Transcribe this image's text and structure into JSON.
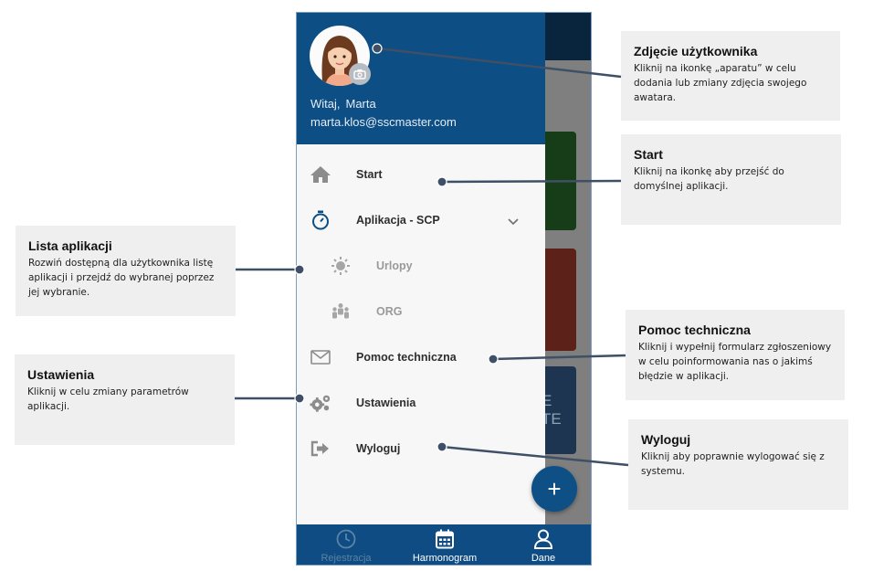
{
  "drawer": {
    "greeting_prefix": "Witaj,",
    "user_name": "Marta",
    "user_email": "marta.klos@sscmaster.com",
    "menu": {
      "start": "Start",
      "apps": "Aplikacja - SCP",
      "urlopy": "Urlopy",
      "org": "ORG",
      "support": "Pomoc techniczna",
      "settings": "Ustawienia",
      "logout": "Wyloguj"
    },
    "fab_symbol": "+"
  },
  "background": {
    "card_text": "E\nTE"
  },
  "bottom_nav": [
    {
      "label": "Rejestracja",
      "icon": "clock-icon",
      "active": false
    },
    {
      "label": "Harmonogram",
      "icon": "calendar-icon",
      "active": true
    },
    {
      "label": "Dane",
      "icon": "person-icon",
      "active": true
    }
  ],
  "callouts": {
    "photo": {
      "title": "Zdjęcie użytkownika",
      "text": "Kliknij na ikonkę „aparatu” w celu dodania lub zmiany zdjęcia swojego awatara."
    },
    "start": {
      "title": "Start",
      "text": "Kliknij na ikonkę aby przejść do domyślnej aplikacji."
    },
    "apps": {
      "title": "Lista aplikacji",
      "text": "Rozwiń dostępną dla użytkownika listę aplikacji i przejdź do wybranej poprzez jej wybranie."
    },
    "support": {
      "title": "Pomoc techniczna",
      "text": "Kliknij i wypełnij formularz zgłoszeniowy w celu poinformowania nas o jakimś błędzie w aplikacji."
    },
    "settings": {
      "title": "Ustawienia",
      "text": "Kliknij w celu zmiany parametrów aplikacji."
    },
    "logout": {
      "title": "Wyloguj",
      "text": "Kliknij aby poprawnie wylogować się z systemu."
    }
  },
  "colors": {
    "primary": "#0d4e85",
    "callout_bg": "#efefef",
    "connector": "#3f5066"
  }
}
